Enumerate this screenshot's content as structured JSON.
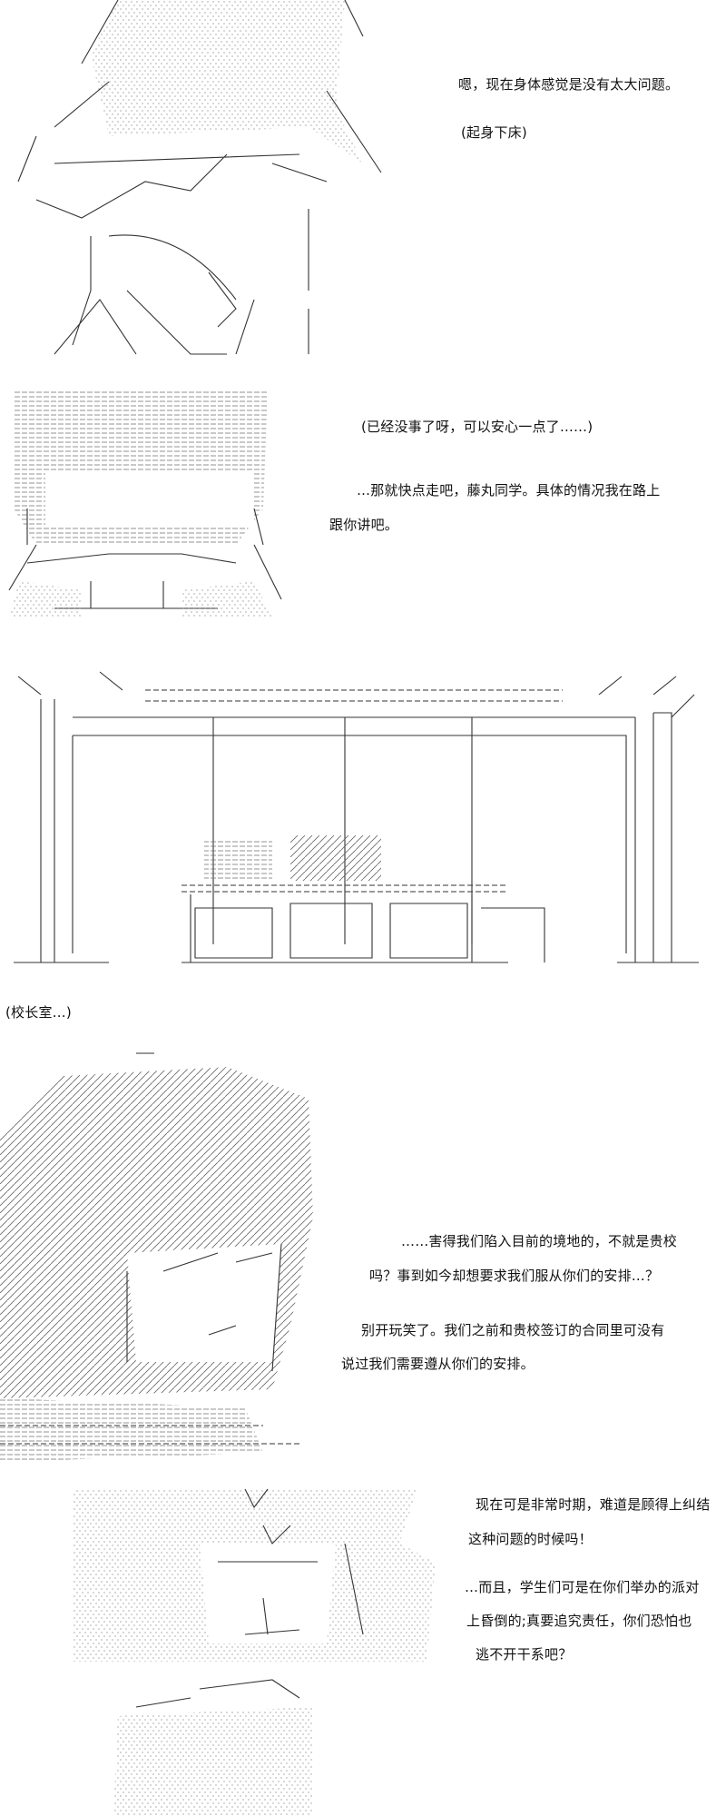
{
  "panels": [
    {
      "lines": [
        "嗯，现在身体感觉是没有太大问题。",
        "(起身下床)"
      ]
    },
    {
      "lines": [
        "(已经没事了呀，可以安心一点了……)",
        "…那就快点走吧，藤丸同学。具体的情况我在路上",
        "跟你讲吧。"
      ]
    },
    {
      "lines": [
        "(校长室…)"
      ]
    },
    {
      "lines": [
        "……害得我们陷入目前的境地的，不就是贵校",
        "吗？事到如今却想要求我们服从你们的安排…？",
        "别开玩笑了。我们之前和贵校签订的合同里可没有",
        "说过我们需要遵从你们的安排。"
      ]
    },
    {
      "lines": [
        "现在可是非常时期，难道是顾得上纠结",
        "这种问题的时候吗！",
        "…而且，学生们可是在你们举办的派对",
        "上昏倒的;真要追究责任，你们恐怕也",
        "逃不开干系吧？"
      ]
    }
  ]
}
